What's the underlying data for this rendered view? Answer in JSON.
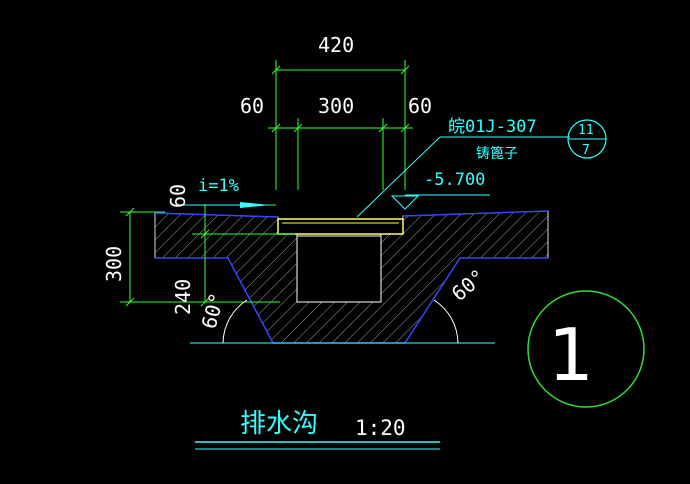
{
  "dimensions": {
    "top_total": "420",
    "left_side": "60",
    "inner_width": "300",
    "right_side": "60",
    "left_top": "60",
    "height_total": "300",
    "height_inner": "240"
  },
  "annotations": {
    "slope": "i=1%",
    "standard_ref": "皖01J-307",
    "cover_name": "铸篦子",
    "elevation": "-5.700",
    "angle_left": "60°",
    "angle_right": "60°"
  },
  "detail_bubble": {
    "number": "11",
    "sheet": "7"
  },
  "section_mark": "1",
  "title": {
    "name": "排水沟",
    "scale": "1:20"
  },
  "colors": {
    "background": "#000000",
    "dimension": "#33ff33",
    "text": "#ffffff",
    "annotation": "#33ffff",
    "outline": "#3333ff",
    "hatch": "#bbbbbb",
    "circle": "#33dd33"
  }
}
